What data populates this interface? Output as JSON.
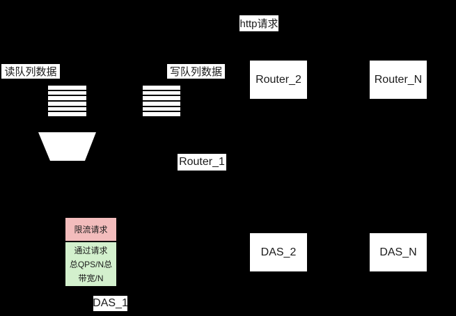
{
  "diagram": {
    "title_label": "http请求",
    "background_color": "#000000",
    "node_fill_color": "#ffffff",
    "text_color": "#1a1a1a"
  },
  "labels": {
    "read_queue": "读队列数据",
    "write_queue": "写队列数据",
    "http_request": "http请求",
    "router_1": "Router_1",
    "das_1": "DAS_1"
  },
  "nodes": {
    "router_2": "Router_2",
    "router_n": "Router_N",
    "das_2": "DAS_2",
    "das_n": "DAS_N"
  },
  "rate_limit": {
    "limited_label": "限流请求",
    "limited_fill": "#f3bcbc",
    "passed_line1": "通过请求",
    "passed_line2": "总QPS/N总",
    "passed_line3": "带宽/N",
    "passed_fill": "#d3f0cd"
  },
  "icons": {
    "read_queue_icon": "queue-icon",
    "write_queue_icon": "queue-icon",
    "funnel_icon": "funnel-icon"
  }
}
